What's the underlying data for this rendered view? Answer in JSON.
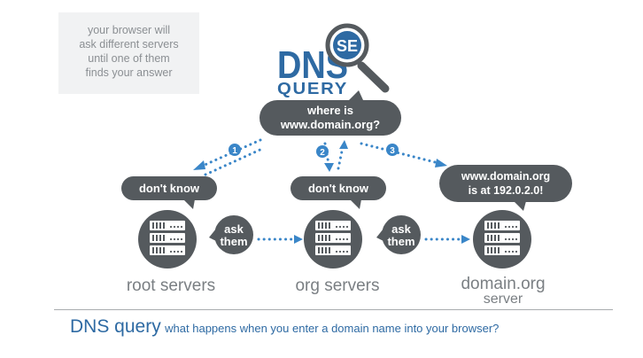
{
  "note": {
    "lines": [
      "your browser will",
      "ask different servers",
      "until one of them",
      "finds your answer"
    ]
  },
  "logo": {
    "word": "DNS",
    "sub": "QUERY",
    "badge": "SE"
  },
  "query_bubble": {
    "lines": [
      "where is",
      "www.domain.org?"
    ]
  },
  "steps": [
    {
      "number": "1"
    },
    {
      "number": "2"
    },
    {
      "number": "3"
    }
  ],
  "responses": [
    {
      "lines": [
        "don't know"
      ]
    },
    {
      "lines": [
        "don't know"
      ]
    },
    {
      "lines": [
        "www.domain.org",
        "is at 192.0.2.0!"
      ]
    }
  ],
  "servers": [
    {
      "label_lines": [
        "root servers"
      ]
    },
    {
      "label_lines": [
        "org servers"
      ]
    },
    {
      "label_lines": [
        "domain.org",
        "server"
      ]
    }
  ],
  "ask_bubbles": [
    {
      "lines": [
        "ask",
        "them"
      ]
    },
    {
      "lines": [
        "ask",
        "them"
      ]
    }
  ],
  "caption": {
    "title": "DNS query",
    "subtitle": "what happens when you enter a domain name into your browser?"
  },
  "colors": {
    "dark": "#555a5e",
    "blue": "#2e6aa3",
    "dots": "#3a86c8",
    "server_face": "#ffffff",
    "note_bg": "#f1f2f3",
    "note_text": "#8b8f93",
    "label_text": "#7a7f83"
  }
}
